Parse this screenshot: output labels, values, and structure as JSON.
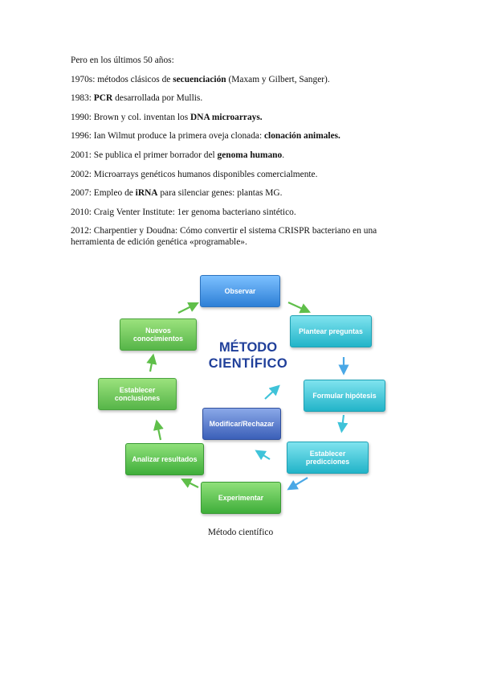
{
  "text": {
    "intro": "Pero en los últimos 50 años:",
    "items": [
      {
        "pre": "1970s: métodos clásicos de ",
        "b": "secuenciación",
        "post": " (Maxam y Gilbert, Sanger)."
      },
      {
        "pre": "1983: ",
        "b": "PCR",
        "post": " desarrollada por Mullis."
      },
      {
        "pre": "1990: Brown y col. inventan los ",
        "b": "DNA microarrays.",
        "post": ""
      },
      {
        "pre": "1996: Ian Wilmut produce la primera oveja clonada: ",
        "b": "clonación animales.",
        "post": ""
      },
      {
        "pre": "2001: Se publica el primer borrador del ",
        "b": "genoma humano",
        "post": "."
      },
      {
        "pre": "2002: Microarrays genéticos humanos disponibles comercialmente.",
        "b": "",
        "post": ""
      },
      {
        "pre": "2007: Empleo de ",
        "b": "iRNA",
        "post": " para silenciar genes: plantas MG."
      },
      {
        "pre": "2010: Craig Venter Institute: 1er genoma bacteriano sintético.",
        "b": "",
        "post": ""
      }
    ],
    "last_line1": "2012: Charpentier y Doudna: Cómo convertir el sistema CRISPR bacteriano en una",
    "last_line2": "herramienta de edición genética «programable»."
  },
  "diagram": {
    "title_line1": "MÉTODO",
    "title_line2": "CIENTÍFICO",
    "steps": {
      "observar": "Observar",
      "plantear": "Plantear preguntas",
      "formular": "Formular hipótesis",
      "establecer_pred_1": "Establecer",
      "establecer_pred_2": "predicciones",
      "experimentar": "Experimentar",
      "analizar": "Analizar resultados",
      "establecer_concl_1": "Establecer",
      "establecer_concl_2": "conclusiones",
      "nuevos_1": "Nuevos",
      "nuevos_2": "conocimientos",
      "modificar": "Modificar/Rechazar"
    },
    "colors": {
      "blue": "#2d7fd6",
      "cyan": "#22b4c9",
      "green": "#3fae3a",
      "navy": "#3b5fb8",
      "title": "#1f3f9a"
    }
  },
  "caption": "Método científico"
}
